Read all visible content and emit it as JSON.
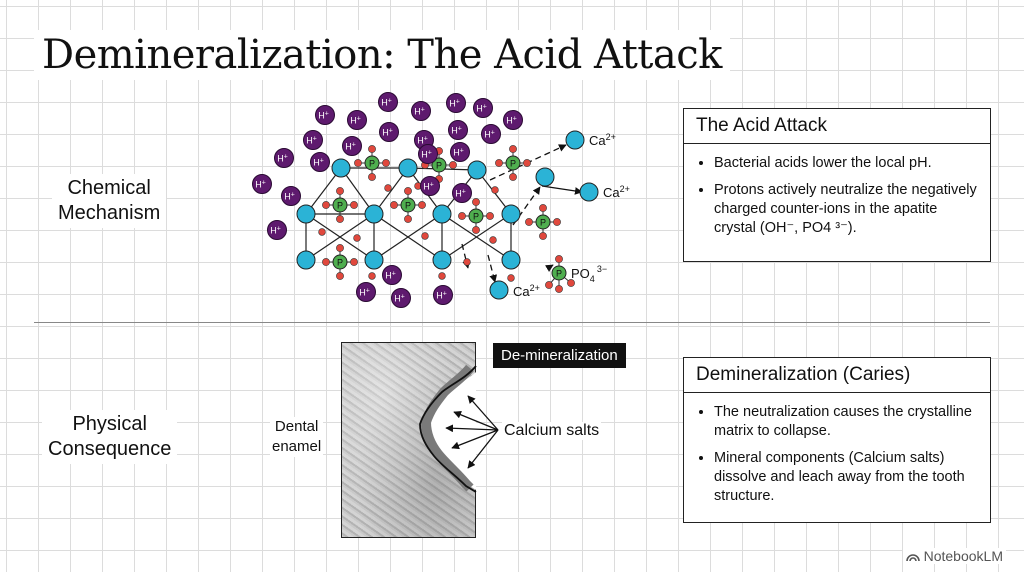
{
  "title": "Demineralization: The Acid Attack",
  "rows": {
    "chemical": "Chemical\nMechanism",
    "physical": "Physical\nConsequence"
  },
  "diagram": {
    "h_label": "H",
    "h_sup": "+",
    "p_label": "P",
    "ca_label": "Ca",
    "ca_sup": "2+",
    "po4_label": "PO",
    "po4_sub": "4",
    "po4_sup": "3−",
    "enamel_label": "Dental\nenamel",
    "demin_tag": "De-mineralization",
    "calcium_label": "Calcium salts"
  },
  "cards": {
    "acid": {
      "heading": "The Acid Attack",
      "bullets": [
        "Bacterial acids lower the local pH.",
        "Protons actively neutralize the negatively charged counter-ions in the apatite crystal (OH⁻, PO4 ³⁻)."
      ]
    },
    "caries": {
      "heading": "Demineralization (Caries)",
      "bullets": [
        "The neutralization causes the crystalline matrix to collapse.",
        "Mineral components (Calcium salts) dissolve and leach away from the tooth structure."
      ]
    }
  },
  "brand": "NotebookLM",
  "colors": {
    "h_ion": "#5e1a6e",
    "ca_ion": "#2bb3d6",
    "p_ion": "#4fae4f",
    "o_atom": "#e0483d"
  }
}
